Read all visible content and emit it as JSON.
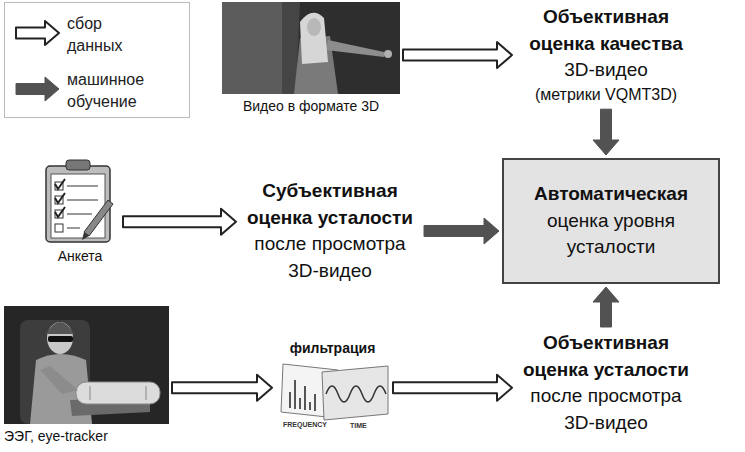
{
  "diagram": {
    "nodes": [
      {
        "text": [
          "Видео в формате 3D"
        ]
      },
      {
        "text": [
          "Объективная оценка качества",
          "3D-видео",
          "(метрики VQMT3D)"
        ]
      },
      {
        "text": [
          "Анкета"
        ]
      },
      {
        "text": [
          "Субъективная оценка усталости",
          "после просмотра 3D-видео"
        ]
      },
      {
        "text": [
          "Автоматическая",
          "оценка уровня усталости"
        ]
      },
      {
        "text": [
          "ЭЭГ, eye-tracker"
        ]
      },
      {
        "text": [
          "фильтрация"
        ]
      },
      {
        "text": [
          "Объективная оценка усталости",
          "после просмотра 3D-видео"
        ]
      }
    ],
    "edges": [
      {
        "from": 0,
        "to": 1,
        "arrow": "to"
      },
      {
        "from": 1,
        "to": 4,
        "arrow": "to"
      },
      {
        "from": 2,
        "to": 3,
        "arrow": "to"
      },
      {
        "from": 3,
        "to": 4,
        "arrow": "to"
      },
      {
        "from": 5,
        "to": 6,
        "arrow": "to"
      },
      {
        "from": 6,
        "to": 7,
        "arrow": "to"
      },
      {
        "from": 7,
        "to": 4,
        "arrow": "to"
      }
    ],
    "labels": [
      "FREQUENCY",
      "TIME"
    ],
    "legend": [
      {
        "text": "сбор данных"
      },
      {
        "text": "машинное обучение"
      }
    ]
  }
}
